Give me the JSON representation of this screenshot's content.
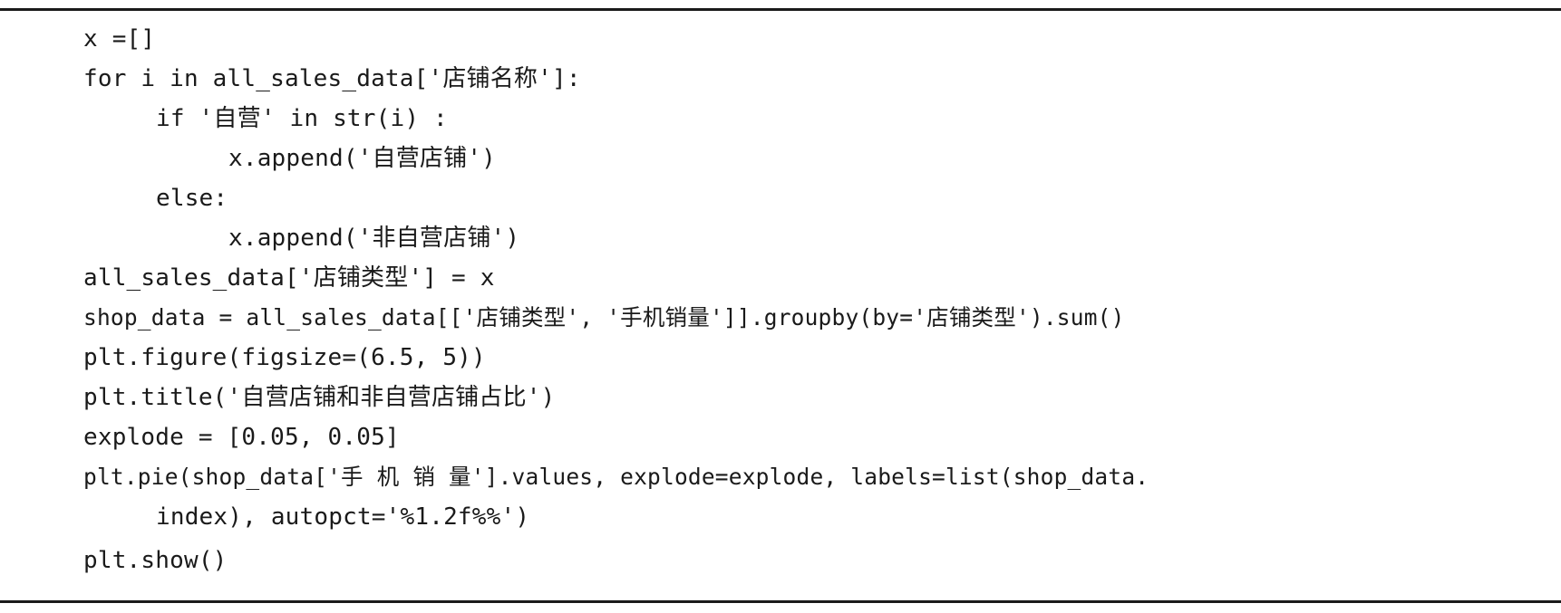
{
  "code": {
    "lines": [
      "x =[]",
      "for i in all_sales_data['店铺名称']:",
      "if '自营' in str(i) :",
      "x.append('自营店铺')",
      "else:",
      "x.append('非自营店铺')",
      "all_sales_data['店铺类型'] = x",
      "shop_data = all_sales_data[['店铺类型', '手机销量']].groupby(by='店铺类型').sum()",
      "plt.figure(figsize=(6.5, 5))",
      "plt.title('自营店铺和非自营店铺占比')",
      "explode = [0.05, 0.05]",
      "plt.pie(shop_data['手 机 销 量'].values, explode=explode, labels=list(shop_data.",
      "index), autopct='%1.2f%%')",
      "plt.show()"
    ]
  }
}
